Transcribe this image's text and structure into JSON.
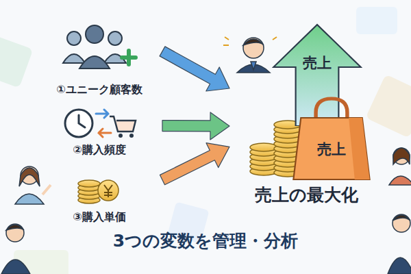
{
  "diagram": {
    "caption": "3つの変数を管理・分析",
    "nodes": [
      {
        "text": [
          "①ユニーク顧客数"
        ]
      },
      {
        "text": [
          "②購入頻度"
        ]
      },
      {
        "text": [
          "③購入単価"
        ]
      },
      {
        "text": [
          "売上の最大化"
        ]
      },
      {
        "text": [
          "売上"
        ],
        "in": 3
      },
      {
        "text": [
          "売上"
        ],
        "in": 3
      }
    ],
    "edges": [
      {
        "from": 0,
        "to": 3,
        "arrow": "to"
      },
      {
        "from": 1,
        "to": 3,
        "arrow": "to"
      },
      {
        "from": 2,
        "to": 3,
        "arrow": "to"
      }
    ]
  }
}
